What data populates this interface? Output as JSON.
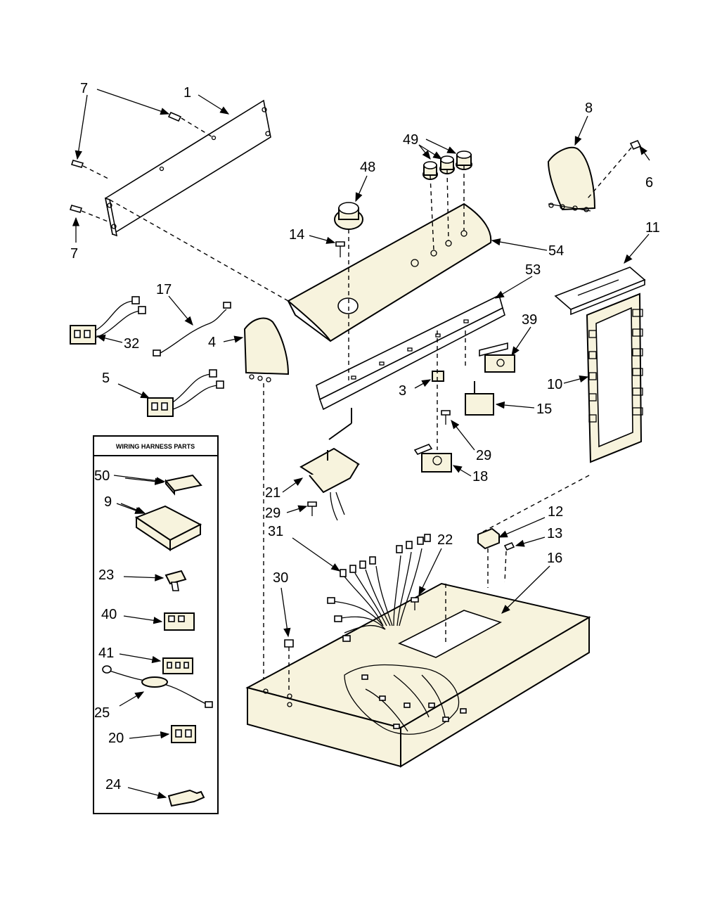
{
  "wiring_box": {
    "title": "WIRING HARNESS PARTS"
  },
  "callouts": {
    "c1": "1",
    "c7a": "7",
    "c7b": "7",
    "c8": "8",
    "c6": "6",
    "c49": "49",
    "c48": "48",
    "c14": "14",
    "c54": "54",
    "c11": "11",
    "c17": "17",
    "c53": "53",
    "c32": "32",
    "c4": "4",
    "c39": "39",
    "c5": "5",
    "c10": "10",
    "c3": "3",
    "c15": "15",
    "c29a": "29",
    "c50": "50",
    "c21": "21",
    "c18": "18",
    "c9": "9",
    "c29b": "29",
    "c12": "12",
    "c31": "31",
    "c22": "22",
    "c13": "13",
    "c16": "16",
    "c30": "30",
    "c23": "23",
    "c40": "40",
    "c41": "41",
    "c25": "25",
    "c20": "20",
    "c24": "24"
  }
}
